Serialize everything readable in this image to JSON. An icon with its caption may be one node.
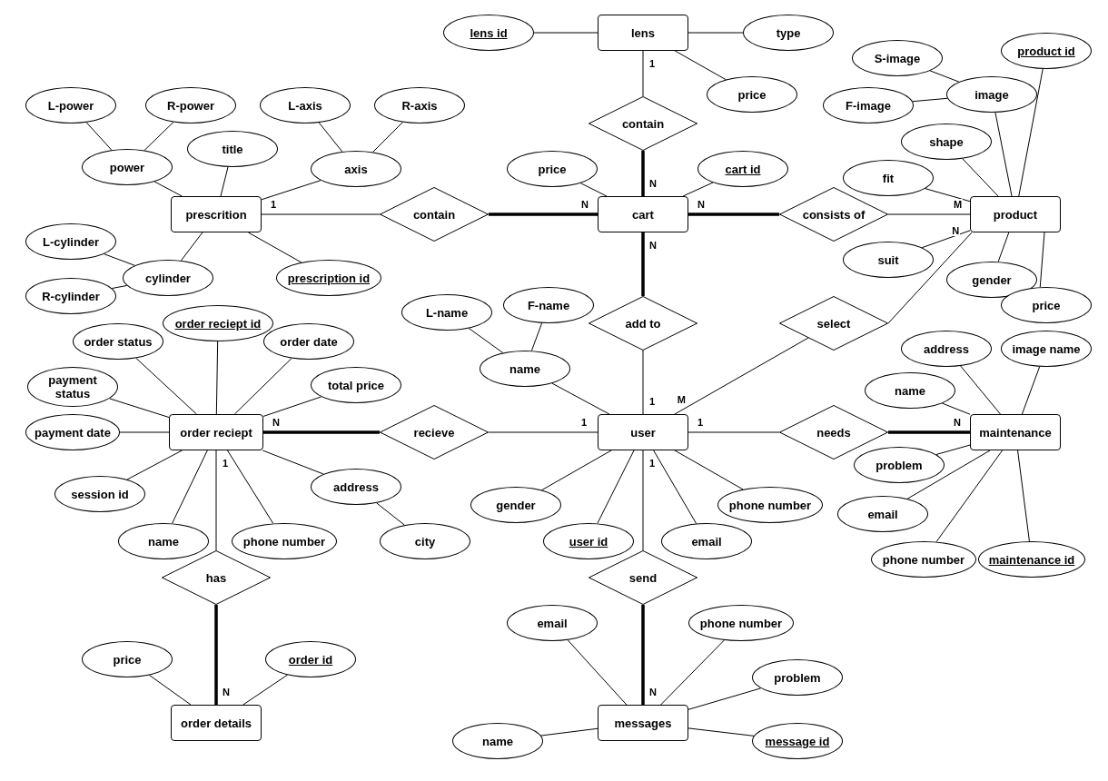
{
  "diagram": {
    "nodes": [
      {
        "text": [
          "lens"
        ]
      },
      {
        "text": [
          "lens id"
        ]
      },
      {
        "text": [
          "type"
        ]
      },
      {
        "text": [
          "price"
        ]
      },
      {
        "text": [
          "contain"
        ]
      },
      {
        "text": [
          "cart"
        ]
      },
      {
        "text": [
          "price"
        ]
      },
      {
        "text": [
          "cart id"
        ]
      },
      {
        "text": [
          "prescrition"
        ]
      },
      {
        "text": [
          "contain"
        ]
      },
      {
        "text": [
          "L-power"
        ]
      },
      {
        "text": [
          "R-power"
        ]
      },
      {
        "text": [
          "power"
        ]
      },
      {
        "text": [
          "title"
        ]
      },
      {
        "text": [
          "L-axis"
        ]
      },
      {
        "text": [
          "R-axis"
        ]
      },
      {
        "text": [
          "axis"
        ]
      },
      {
        "text": [
          "L-cylinder"
        ]
      },
      {
        "text": [
          "R-cylinder"
        ]
      },
      {
        "text": [
          "cylinder"
        ]
      },
      {
        "text": [
          "prescription id"
        ]
      },
      {
        "text": [
          "consists of"
        ]
      },
      {
        "text": [
          "product"
        ]
      },
      {
        "text": [
          "S-image"
        ]
      },
      {
        "text": [
          "F-image"
        ]
      },
      {
        "text": [
          "image"
        ]
      },
      {
        "text": [
          "product id"
        ]
      },
      {
        "text": [
          "shape"
        ]
      },
      {
        "text": [
          "fit"
        ]
      },
      {
        "text": [
          "suit"
        ]
      },
      {
        "text": [
          "gender"
        ]
      },
      {
        "text": [
          "price"
        ]
      },
      {
        "text": [
          "add to"
        ]
      },
      {
        "text": [
          "select"
        ]
      },
      {
        "text": [
          "user"
        ]
      },
      {
        "text": [
          "L-name"
        ]
      },
      {
        "text": [
          "F-name"
        ]
      },
      {
        "text": [
          "name"
        ]
      },
      {
        "text": [
          "gender"
        ]
      },
      {
        "text": [
          "user id"
        ]
      },
      {
        "text": [
          "email"
        ]
      },
      {
        "text": [
          "phone number"
        ]
      },
      {
        "text": [
          "recieve"
        ]
      },
      {
        "text": [
          "order reciept"
        ]
      },
      {
        "text": [
          "order reciept id"
        ]
      },
      {
        "text": [
          "order status"
        ]
      },
      {
        "text": [
          "order date"
        ]
      },
      {
        "text": [
          "payment status"
        ]
      },
      {
        "text": [
          "total price"
        ]
      },
      {
        "text": [
          "payment date"
        ]
      },
      {
        "text": [
          "session id"
        ]
      },
      {
        "text": [
          "name"
        ]
      },
      {
        "text": [
          "phone number"
        ]
      },
      {
        "text": [
          "address"
        ]
      },
      {
        "text": [
          "city"
        ]
      },
      {
        "text": [
          "has"
        ]
      },
      {
        "text": [
          "order details"
        ]
      },
      {
        "text": [
          "price"
        ]
      },
      {
        "text": [
          "order id"
        ]
      },
      {
        "text": [
          "needs"
        ]
      },
      {
        "text": [
          "maintenance"
        ]
      },
      {
        "text": [
          "address"
        ]
      },
      {
        "text": [
          "image name"
        ]
      },
      {
        "text": [
          "name"
        ]
      },
      {
        "text": [
          "problem"
        ]
      },
      {
        "text": [
          "email"
        ]
      },
      {
        "text": [
          "phone number"
        ]
      },
      {
        "text": [
          "maintenance id"
        ]
      },
      {
        "text": [
          "send"
        ]
      },
      {
        "text": [
          "messages"
        ]
      },
      {
        "text": [
          "email"
        ]
      },
      {
        "text": [
          "phone number"
        ]
      },
      {
        "text": [
          "problem"
        ]
      },
      {
        "text": [
          "message id"
        ]
      },
      {
        "text": [
          "name"
        ]
      }
    ],
    "edges": [
      {
        "from": 0,
        "to": 1,
        "arrow": "none"
      },
      {
        "from": 0,
        "to": 2,
        "arrow": "none"
      },
      {
        "from": 0,
        "to": 3,
        "arrow": "none"
      },
      {
        "from": 0,
        "to": 4,
        "arrow": "none",
        "label": "1"
      },
      {
        "from": 4,
        "to": 5,
        "arrow": "none",
        "label": "N",
        "style": "thick"
      },
      {
        "from": 5,
        "to": 6,
        "arrow": "none"
      },
      {
        "from": 5,
        "to": 7,
        "arrow": "none"
      },
      {
        "from": 8,
        "to": 12,
        "arrow": "none"
      },
      {
        "from": 8,
        "to": 13,
        "arrow": "none"
      },
      {
        "from": 8,
        "to": 16,
        "arrow": "none"
      },
      {
        "from": 12,
        "to": 10,
        "arrow": "none"
      },
      {
        "from": 12,
        "to": 11,
        "arrow": "none"
      },
      {
        "from": 16,
        "to": 14,
        "arrow": "none"
      },
      {
        "from": 16,
        "to": 15,
        "arrow": "none"
      },
      {
        "from": 8,
        "to": 19,
        "arrow": "none"
      },
      {
        "from": 19,
        "to": 17,
        "arrow": "none"
      },
      {
        "from": 19,
        "to": 18,
        "arrow": "none"
      },
      {
        "from": 8,
        "to": 20,
        "arrow": "none"
      },
      {
        "from": 8,
        "to": 9,
        "arrow": "none",
        "label": "1"
      },
      {
        "from": 9,
        "to": 5,
        "arrow": "none",
        "label": "N",
        "style": "thick"
      },
      {
        "from": 5,
        "to": 21,
        "arrow": "none",
        "label": "N",
        "style": "thick"
      },
      {
        "from": 21,
        "to": 22,
        "arrow": "none",
        "label": "M"
      },
      {
        "from": 22,
        "to": 25,
        "arrow": "none"
      },
      {
        "from": 25,
        "to": 23,
        "arrow": "none"
      },
      {
        "from": 25,
        "to": 24,
        "arrow": "none"
      },
      {
        "from": 22,
        "to": 26,
        "arrow": "none"
      },
      {
        "from": 22,
        "to": 27,
        "arrow": "none"
      },
      {
        "from": 22,
        "to": 28,
        "arrow": "none"
      },
      {
        "from": 22,
        "to": 29,
        "arrow": "none"
      },
      {
        "from": 22,
        "to": 30,
        "arrow": "none"
      },
      {
        "from": 22,
        "to": 31,
        "arrow": "none"
      },
      {
        "from": 5,
        "to": 32,
        "arrow": "none",
        "label": "N",
        "style": "thick"
      },
      {
        "from": 32,
        "to": 34,
        "arrow": "none",
        "label": "1"
      },
      {
        "from": 34,
        "to": 33,
        "arrow": "none",
        "label": "M"
      },
      {
        "from": 33,
        "to": 22,
        "arrow": "none",
        "label": "N"
      },
      {
        "from": 34,
        "to": 37,
        "arrow": "none"
      },
      {
        "from": 37,
        "to": 35,
        "arrow": "none"
      },
      {
        "from": 37,
        "to": 36,
        "arrow": "none"
      },
      {
        "from": 34,
        "to": 38,
        "arrow": "none"
      },
      {
        "from": 34,
        "to": 39,
        "arrow": "none"
      },
      {
        "from": 34,
        "to": 40,
        "arrow": "none"
      },
      {
        "from": 34,
        "to": 41,
        "arrow": "none"
      },
      {
        "from": 34,
        "to": 42,
        "arrow": "none",
        "label": "1"
      },
      {
        "from": 42,
        "to": 43,
        "arrow": "none",
        "label": "N",
        "style": "thick"
      },
      {
        "from": 43,
        "to": 44,
        "arrow": "none"
      },
      {
        "from": 43,
        "to": 45,
        "arrow": "none"
      },
      {
        "from": 43,
        "to": 46,
        "arrow": "none"
      },
      {
        "from": 43,
        "to": 47,
        "arrow": "none"
      },
      {
        "from": 43,
        "to": 48,
        "arrow": "none"
      },
      {
        "from": 43,
        "to": 49,
        "arrow": "none"
      },
      {
        "from": 43,
        "to": 50,
        "arrow": "none"
      },
      {
        "from": 43,
        "to": 51,
        "arrow": "none"
      },
      {
        "from": 43,
        "to": 52,
        "arrow": "none"
      },
      {
        "from": 43,
        "to": 53,
        "arrow": "none"
      },
      {
        "from": 53,
        "to": 54,
        "arrow": "none"
      },
      {
        "from": 43,
        "to": 55,
        "arrow": "none",
        "label": "1"
      },
      {
        "from": 55,
        "to": 56,
        "arrow": "none",
        "label": "N",
        "style": "thick"
      },
      {
        "from": 56,
        "to": 57,
        "arrow": "none"
      },
      {
        "from": 56,
        "to": 58,
        "arrow": "none"
      },
      {
        "from": 34,
        "to": 59,
        "arrow": "none",
        "label": "1"
      },
      {
        "from": 59,
        "to": 60,
        "arrow": "none",
        "label": "N",
        "style": "thick"
      },
      {
        "from": 60,
        "to": 61,
        "arrow": "none"
      },
      {
        "from": 60,
        "to": 62,
        "arrow": "none"
      },
      {
        "from": 60,
        "to": 63,
        "arrow": "none"
      },
      {
        "from": 60,
        "to": 64,
        "arrow": "none"
      },
      {
        "from": 60,
        "to": 65,
        "arrow": "none"
      },
      {
        "from": 60,
        "to": 66,
        "arrow": "none"
      },
      {
        "from": 60,
        "to": 67,
        "arrow": "none"
      },
      {
        "from": 34,
        "to": 68,
        "arrow": "none",
        "label": "1"
      },
      {
        "from": 68,
        "to": 69,
        "arrow": "none",
        "label": "N",
        "style": "thick"
      },
      {
        "from": 69,
        "to": 70,
        "arrow": "none"
      },
      {
        "from": 69,
        "to": 71,
        "arrow": "none"
      },
      {
        "from": 69,
        "to": 72,
        "arrow": "none"
      },
      {
        "from": 69,
        "to": 73,
        "arrow": "none"
      },
      {
        "from": 69,
        "to": 74,
        "arrow": "none"
      }
    ]
  }
}
